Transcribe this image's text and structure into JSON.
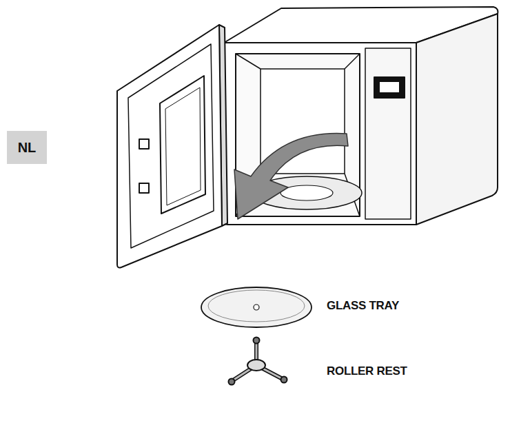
{
  "diagram": {
    "nodes": [
      {
        "text": [
          "NL"
        ]
      }
    ],
    "labels": [
      "GLASS TRAY",
      "ROLLER REST"
    ]
  }
}
